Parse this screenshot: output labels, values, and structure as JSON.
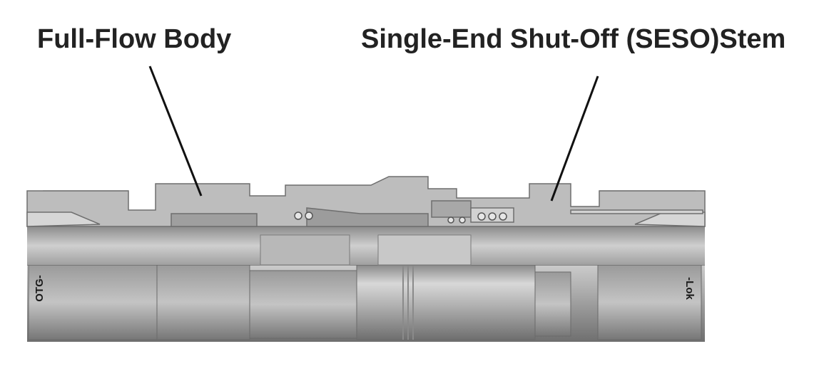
{
  "labels": {
    "body": "Full-Flow Body",
    "stem": "Single-End Shut-Off (SESO)Stem"
  },
  "body_markings": {
    "left": "OTG-",
    "right": "-Lok"
  },
  "colors": {
    "text": "#222222",
    "metal_light": "#c9c9c9",
    "metal_mid": "#a6a6a6",
    "metal_dark": "#7d7d7d",
    "cut_face": "#bdbdbd",
    "leader_line": "#111111"
  }
}
